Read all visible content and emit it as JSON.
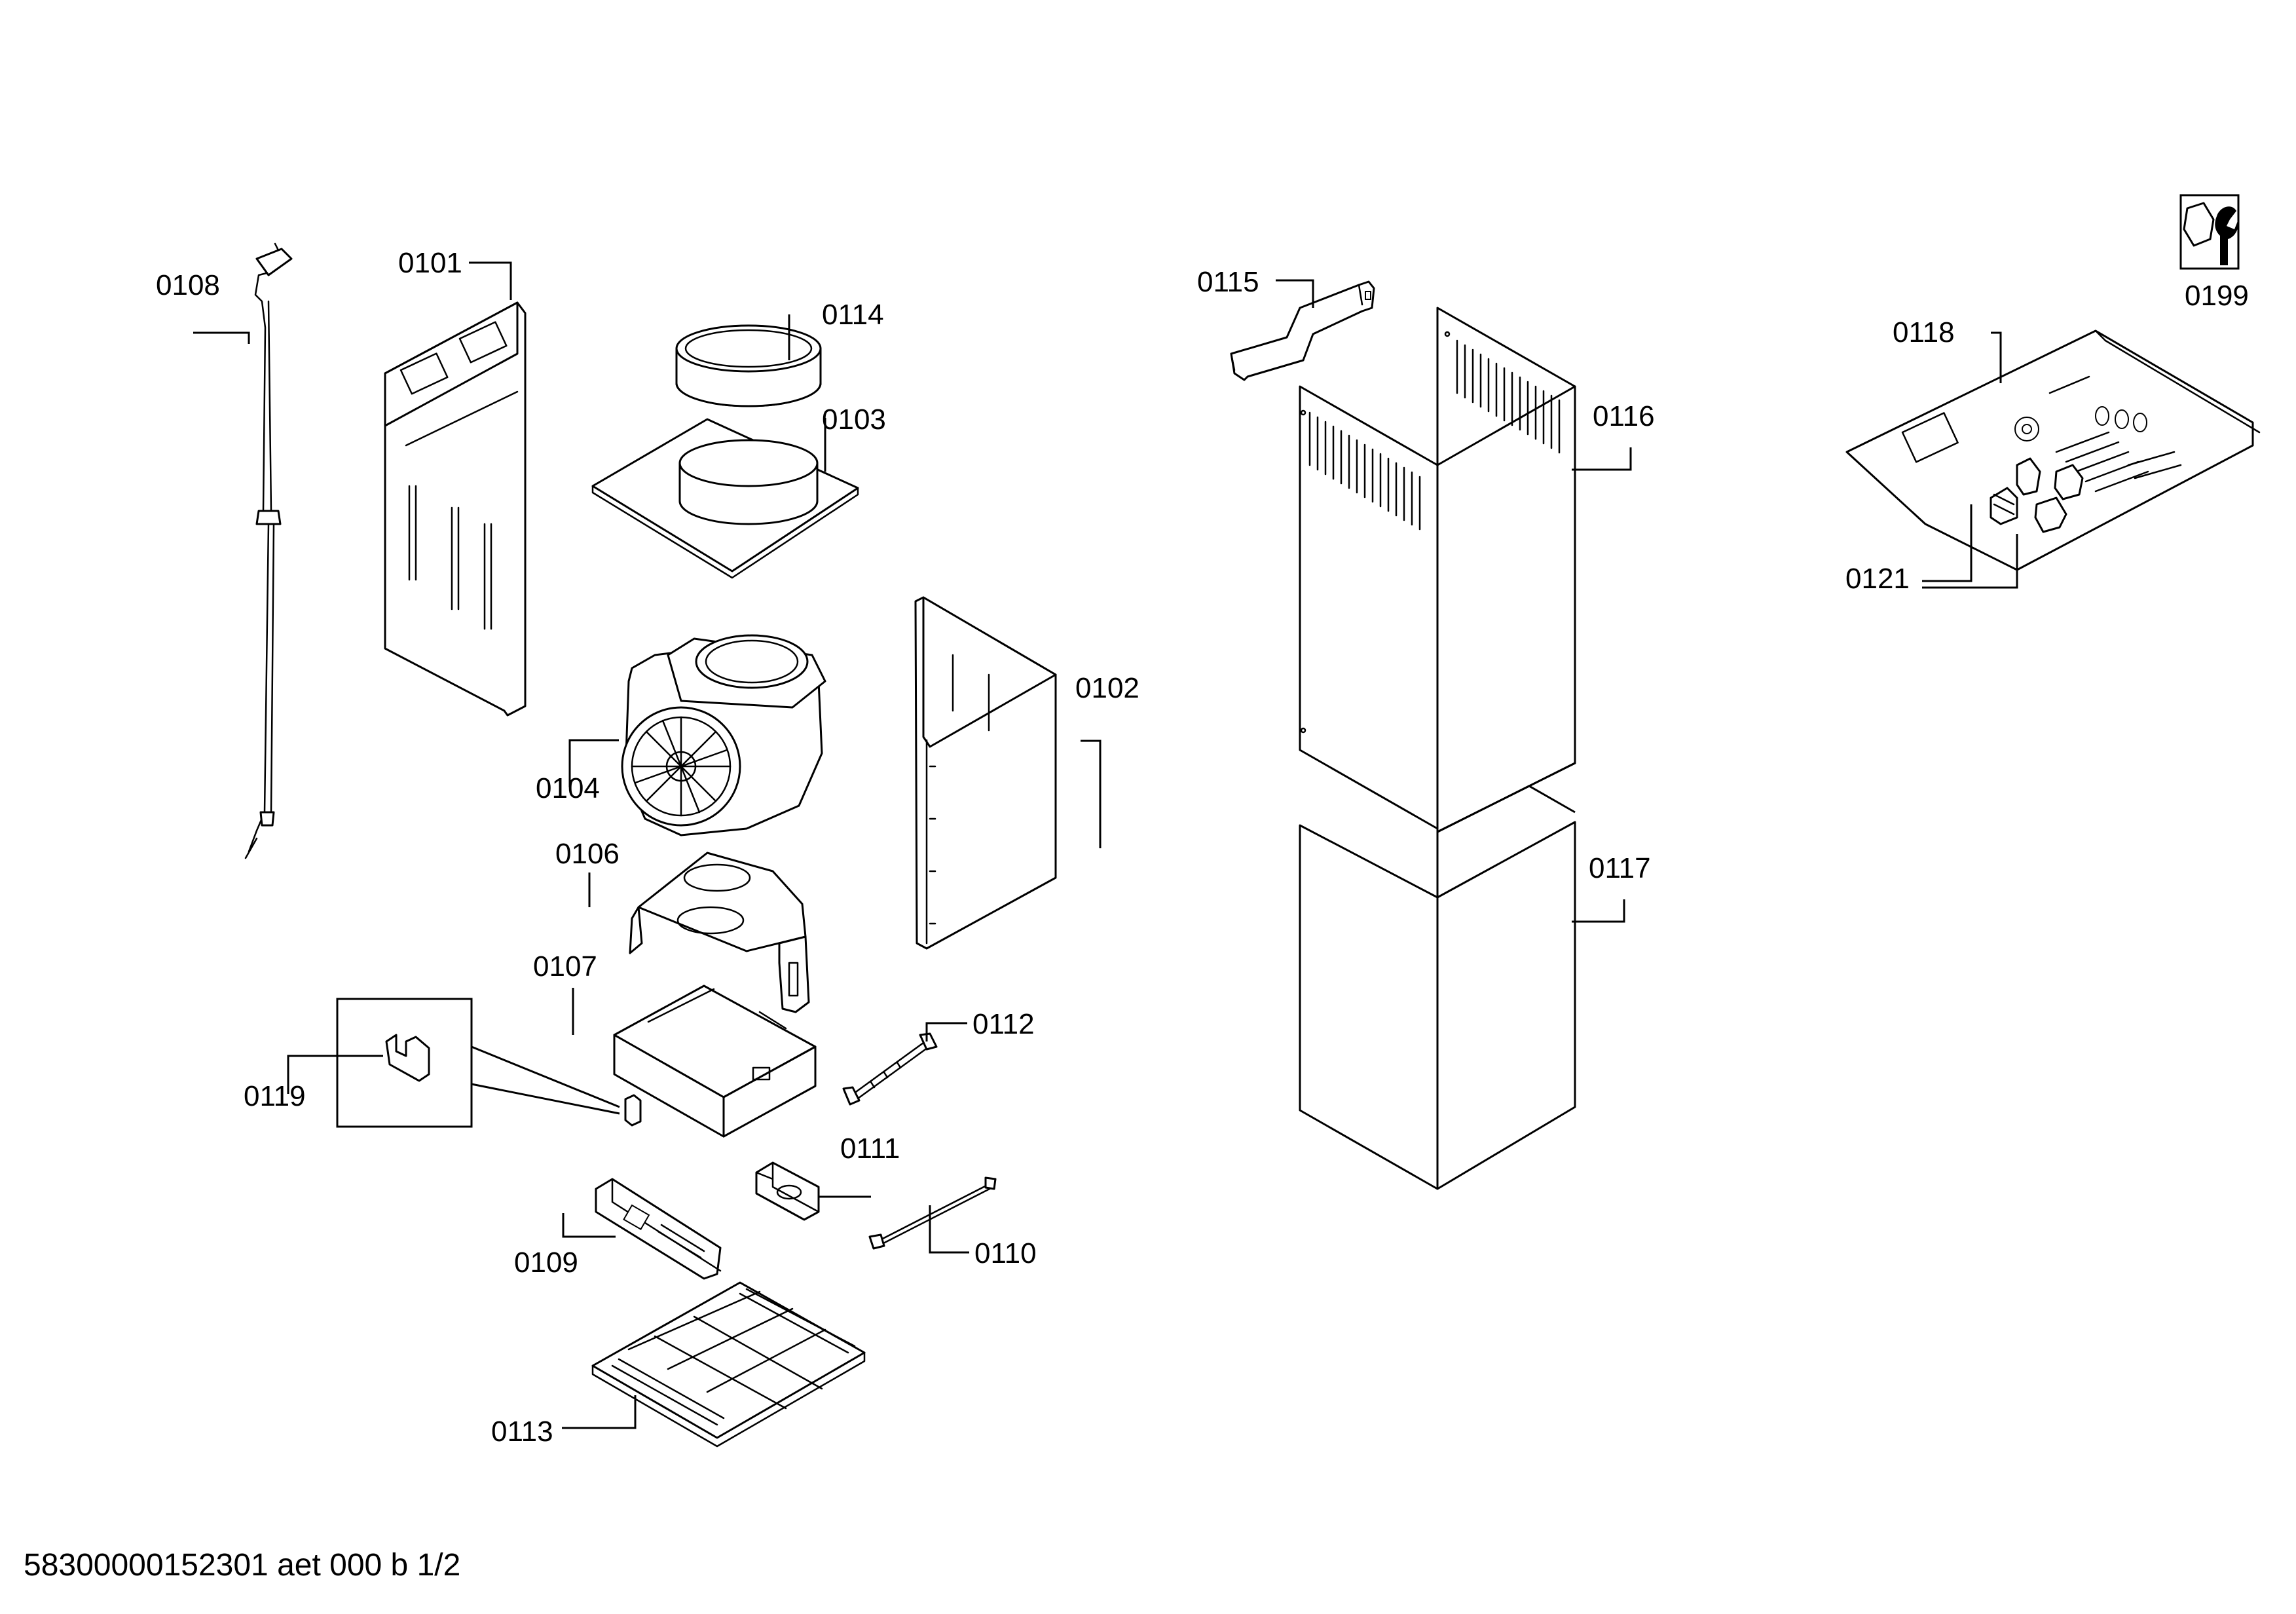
{
  "labels": {
    "p0101": "0101",
    "p0102": "0102",
    "p0103": "0103",
    "p0104": "0104",
    "p0106": "0106",
    "p0107": "0107",
    "p0108": "0108",
    "p0109": "0109",
    "p0110": "0110",
    "p0111": "0111",
    "p0112": "0112",
    "p0113": "0113",
    "p0114": "0114",
    "p0115": "0115",
    "p0116": "0116",
    "p0117": "0117",
    "p0118": "0118",
    "p0119": "0119",
    "p0121": "0121",
    "p0199": "0199"
  },
  "footer": "58300000152301 aet 000 b 1/2",
  "icons": {
    "service": "wrench-nut-icon"
  }
}
